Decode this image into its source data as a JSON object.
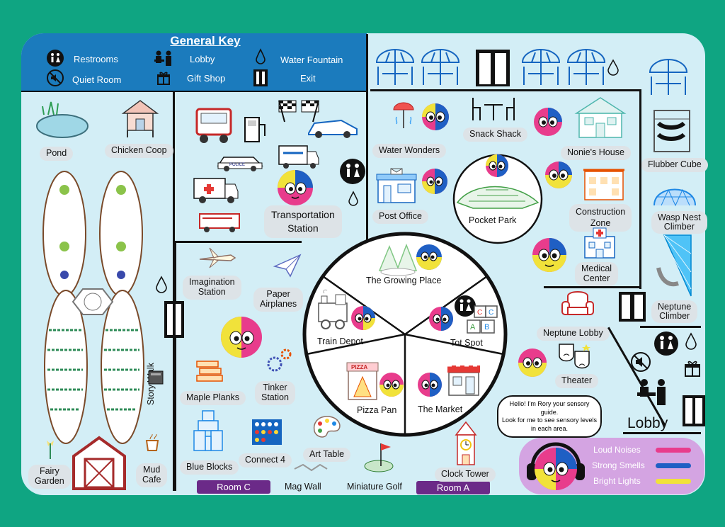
{
  "key": {
    "title": "General Key",
    "restrooms": "Restrooms",
    "quiet_room": "Quiet Room",
    "lobby": "Lobby",
    "gift_shop": "Gift Shop",
    "water_fountain": "Water Fountain",
    "exit": "Exit"
  },
  "areas": {
    "pond": "Pond",
    "chicken_coop": "Chicken Coop",
    "fairy_garden": "Fairy\nGarden",
    "mud_cafe": "Mud\nCafe",
    "story_walk": "Story Walk",
    "transportation_station": "Transportation\nStation",
    "imagination_station": "Imagination\nStation",
    "paper_airplanes": "Paper\nAirplanes",
    "maple_planks": "Maple Planks",
    "tinker_station": "Tinker\nStation",
    "blue_blocks": "Blue Blocks",
    "connect_4": "Connect 4",
    "art_table": "Art Table",
    "mag_wall": "Mag Wall",
    "miniature_golf": "Miniature Golf",
    "room_c": "Room C",
    "room_a": "Room A",
    "water_wonders": "Water Wonders",
    "snack_shack": "Snack Shack",
    "nonies_house": "Nonie's House",
    "post_office": "Post Office",
    "pocket_park": "Pocket Park",
    "construction_zone": "Construction\nZone",
    "medical_center": "Medical\nCenter",
    "growing_place": "The Growing Place",
    "train_depot": "Train Depot",
    "tot_spot": "Tot Spot",
    "pizza_pan": "Pizza Pan",
    "the_market": "The Market",
    "neptune_lobby": "Neptune Lobby",
    "theater": "Theater",
    "clock_tower": "Clock Tower",
    "flubber_cube": "Flubber Cube",
    "wasp_nest": "Wasp Nest\nClimber",
    "neptune_climber": "Neptune\nClimber",
    "lobby": "Lobby"
  },
  "signs": {
    "pizza": "PIZZA",
    "police": "POLICE"
  },
  "guide": {
    "message": "Hello! I'm Rory your sensory guide.\nLook for me to see sensory levels in each area."
  },
  "sensory": {
    "loud": "Loud Noises",
    "smells": "Strong Smells",
    "lights": "Bright Lights"
  },
  "colors": {
    "loud": "#e83c8c",
    "smells": "#1f5fc4",
    "lights": "#f1e23a"
  }
}
